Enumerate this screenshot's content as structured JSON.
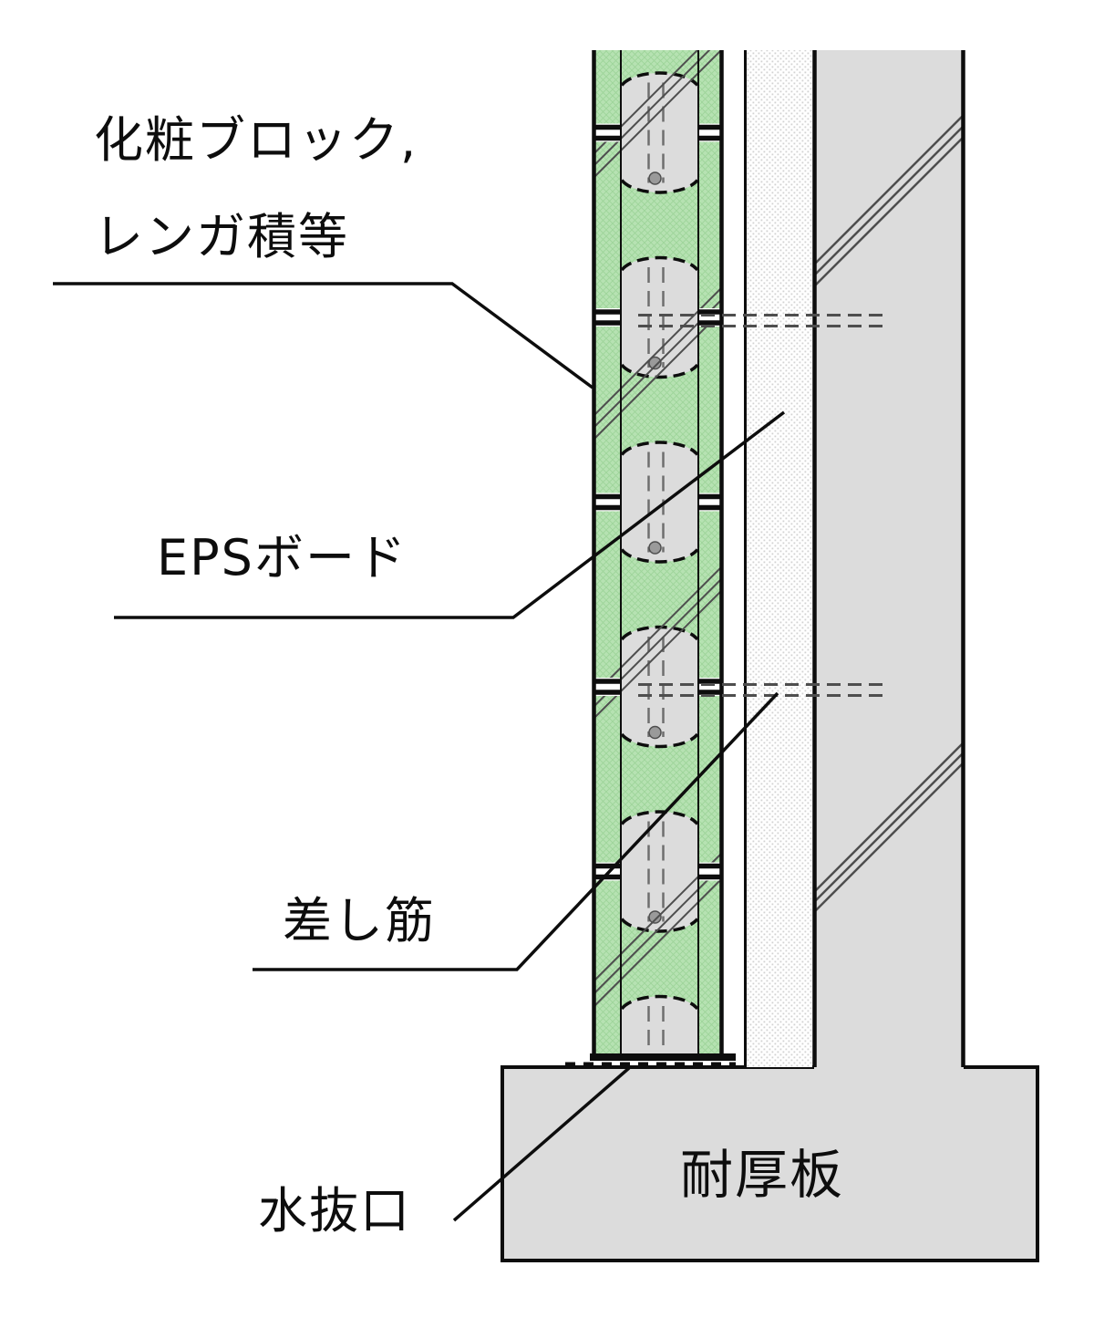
{
  "figure": {
    "kind": "construction-detail-section",
    "labels": {
      "veneer_line1": "化粧ブロック,",
      "veneer_line2": "レンガ積等",
      "eps_board": "EPSボード",
      "dowel_bar": "差し筋",
      "drain_outlet": "水抜口",
      "bearing_slab": "耐厚板"
    },
    "colors": {
      "ink": "#0d0d0d",
      "block_green": "#b6e2b2",
      "block_green_hatch": "#9ed49a",
      "concrete_gray": "#dcdcdc",
      "eps_dot": "#d2d2d2",
      "hatch_gray": "#4e4e4e",
      "rebar_gray": "#6e6e6e",
      "rebar_dot": "#9a9a9a"
    }
  }
}
